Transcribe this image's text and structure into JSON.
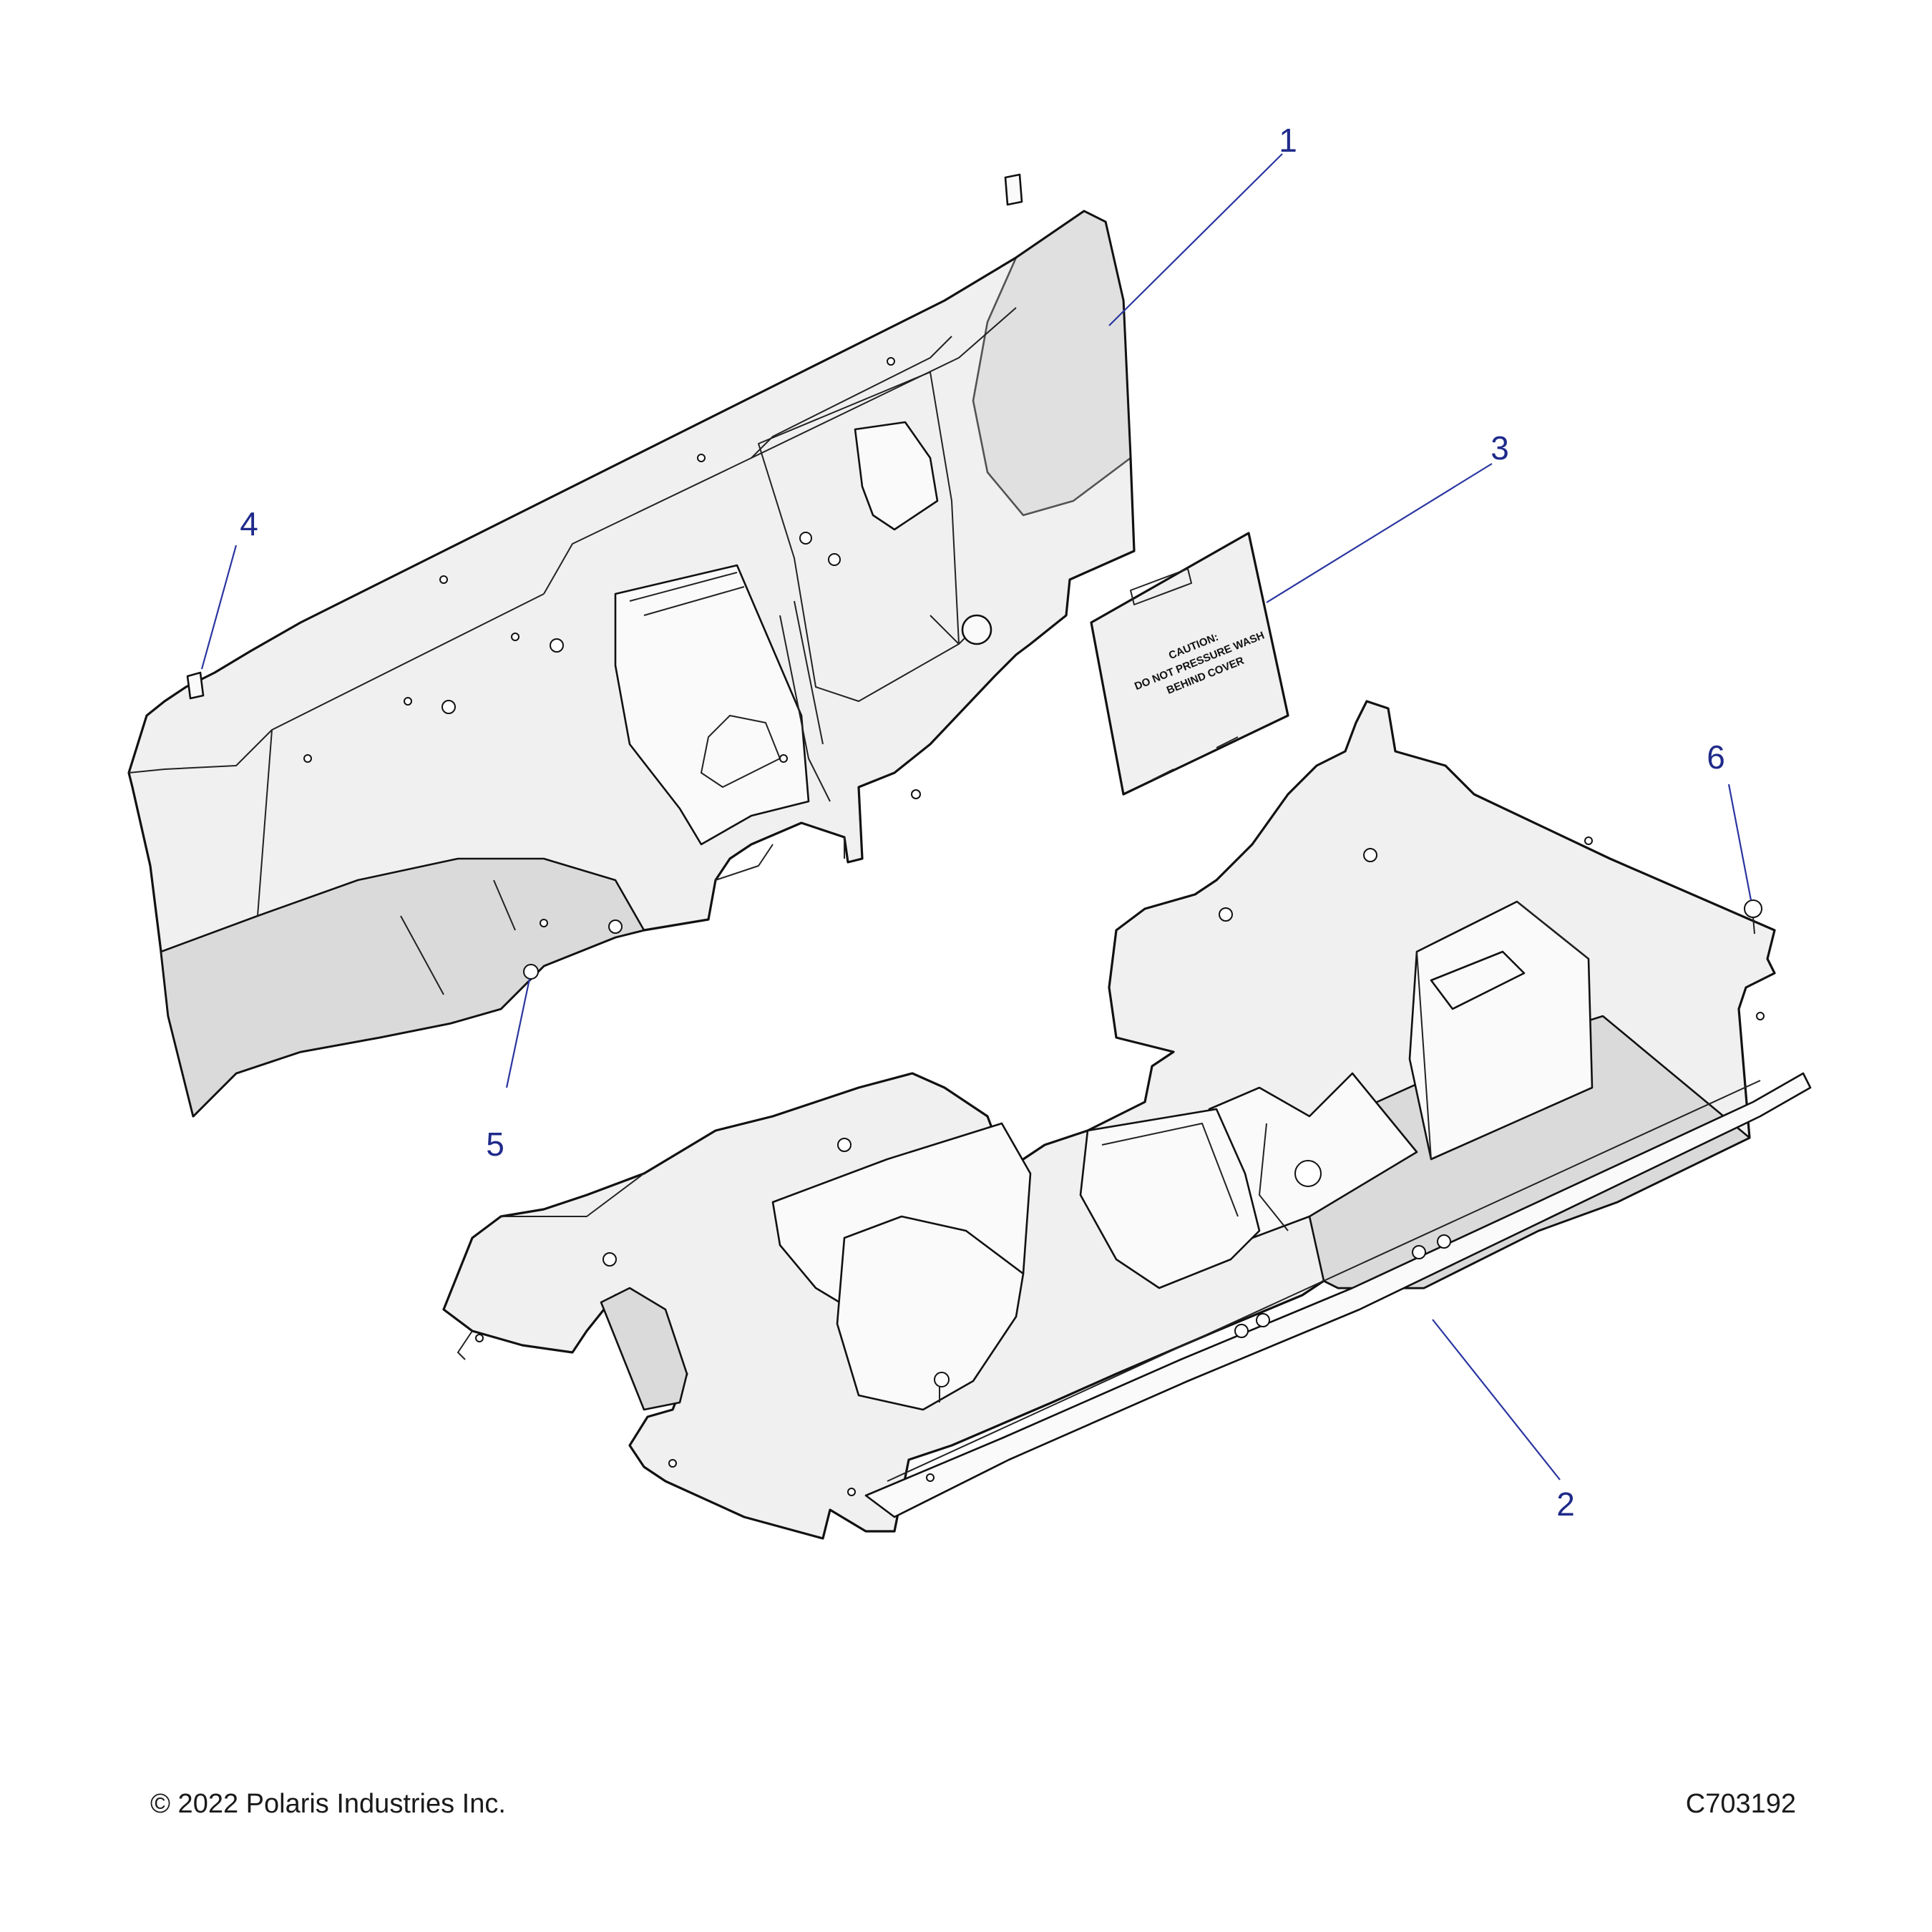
{
  "callouts": [
    {
      "id": "1",
      "label": "1"
    },
    {
      "id": "2",
      "label": "2"
    },
    {
      "id": "3",
      "label": "3"
    },
    {
      "id": "4",
      "label": "4"
    },
    {
      "id": "5",
      "label": "5"
    },
    {
      "id": "6",
      "label": "6"
    }
  ],
  "cover_label": {
    "line1": "CAUTION:",
    "line2": "DO NOT PRESSURE WASH",
    "line3": "BEHIND COVER"
  },
  "footer": {
    "copyright": "© 2022 Polaris Industries Inc.",
    "drawing_number": "C703192"
  },
  "colors": {
    "callout": "#1f2a8a",
    "linework": "#111111",
    "panel_fill": "#f0f0f0"
  }
}
